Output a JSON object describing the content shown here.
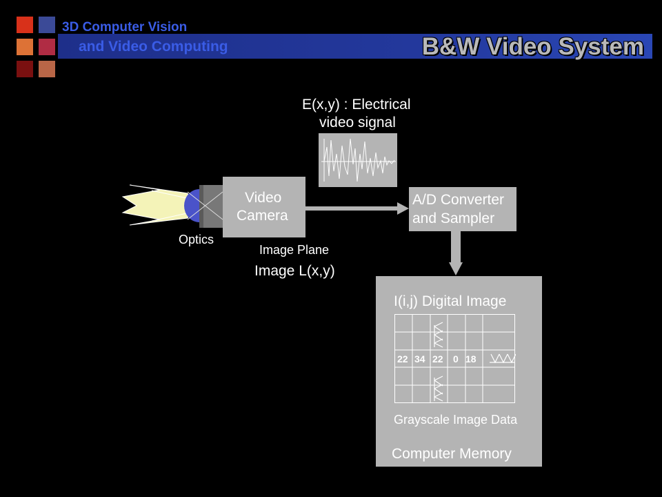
{
  "header": {
    "course_line1": "3D Computer Vision",
    "course_line2": "and Video Computing",
    "slide_title": "B&W Video System",
    "logo_colors": [
      "#d8311a",
      "#3b4a97",
      "#dd7236",
      "#b02c44",
      "#7a1010",
      "#b96647"
    ]
  },
  "diagram": {
    "signal_label_line1": "E(x,y) : Electrical",
    "signal_label_line2": "video signal",
    "camera_line1": "Video",
    "camera_line2": "Camera",
    "optics_label": "Optics",
    "image_plane_label": "Image Plane",
    "image_label": "Image L(x,y)",
    "converter_line1": "A/D Converter",
    "converter_line2": "and Sampler",
    "memory_title": "I(i,j)  Digital Image",
    "grid_values": [
      "22",
      "34",
      "22",
      "0",
      "18"
    ],
    "grid_caption": "Grayscale Image Data",
    "memory_label": "Computer Memory"
  },
  "colors": {
    "box_gray": "#b4b4b4",
    "accent_blue": "#3a5ce6",
    "light_beam": "#f4f3b8",
    "lens_blue": "#4a53c9"
  }
}
